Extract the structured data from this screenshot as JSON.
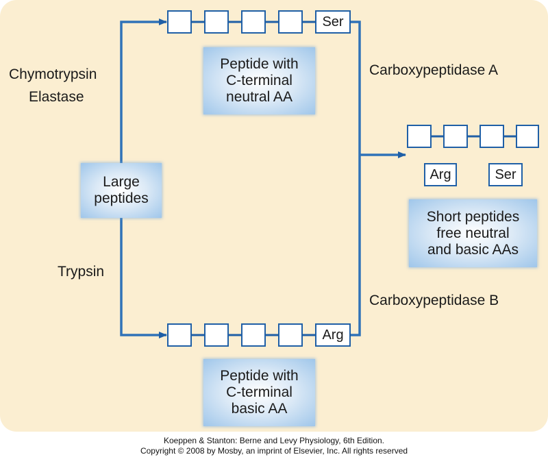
{
  "nodes": {
    "large_peptides": [
      "Large",
      "peptides"
    ],
    "top_peptide": [
      "Peptide with",
      "C-terminal",
      "neutral AA"
    ],
    "bottom_peptide": [
      "Peptide with",
      "C-terminal",
      "basic AA"
    ],
    "products": [
      "Short peptides",
      "free neutral",
      "and basic AAs"
    ]
  },
  "enzymes": {
    "top_left": [
      "Chymotrypsin",
      "Elastase"
    ],
    "bottom_left": "Trypsin",
    "top_right": "Carboxypeptidase A",
    "bottom_right": "Carboxypeptidase B"
  },
  "residues": {
    "top_terminal": "Ser",
    "bottom_terminal": "Arg",
    "free_arg": "Arg",
    "free_ser": "Ser"
  },
  "credit": {
    "line1": "Koeppen & Stanton: Berne and Levy Physiology, 6th Edition.",
    "line2": "Copyright © 2008 by Mosby, an imprint of Elsevier, Inc. All rights reserved"
  },
  "colors": {
    "background": "#fbeed1",
    "line": "#1f5fa6",
    "node_fill": "#9fc6ea"
  }
}
